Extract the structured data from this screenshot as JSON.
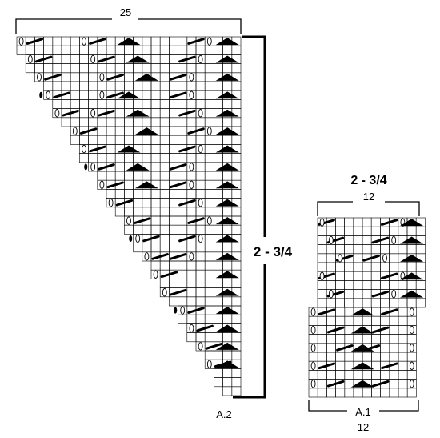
{
  "chart_a2": {
    "name": "A.2",
    "stitch_count": "25",
    "size_label": "2 - 3/4"
  },
  "chart_a1": {
    "name": "A.1",
    "stitch_count_top": "12",
    "stitch_count_bottom": "12",
    "size_label": "2 - 3/4"
  },
  "symbols": [
    "square-icon",
    "yarn-over-icon",
    "k2tog-icon",
    "double-decrease-triangle-icon",
    "bobble-dot-icon"
  ]
}
